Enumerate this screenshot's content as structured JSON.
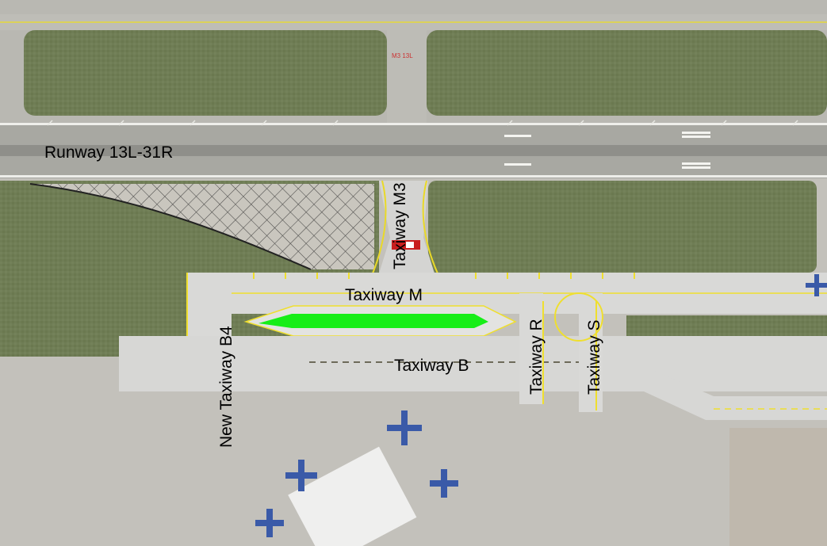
{
  "labels": {
    "runway": "Runway 13L-31R",
    "taxiway_m3": "Taxiway M3",
    "taxiway_m": "Taxiway M",
    "taxiway_b4": "New Taxiway B4",
    "taxiway_r": "Taxiway R",
    "taxiway_s": "Taxiway S",
    "taxiway_b": "Taxiway B",
    "sign_text": "M3 13L"
  },
  "colors": {
    "grass": "#6f7d55",
    "grass_dark": "#5c6a46",
    "runway": "#a9a9a3",
    "taxiway": "#d9d9d7",
    "apron": "#c7c5c0",
    "markings_yellow": "#f2e22c",
    "highlight_green": "#17ee18",
    "hatch": "#3a3a3a"
  },
  "icons": [
    "airplane-icon"
  ]
}
